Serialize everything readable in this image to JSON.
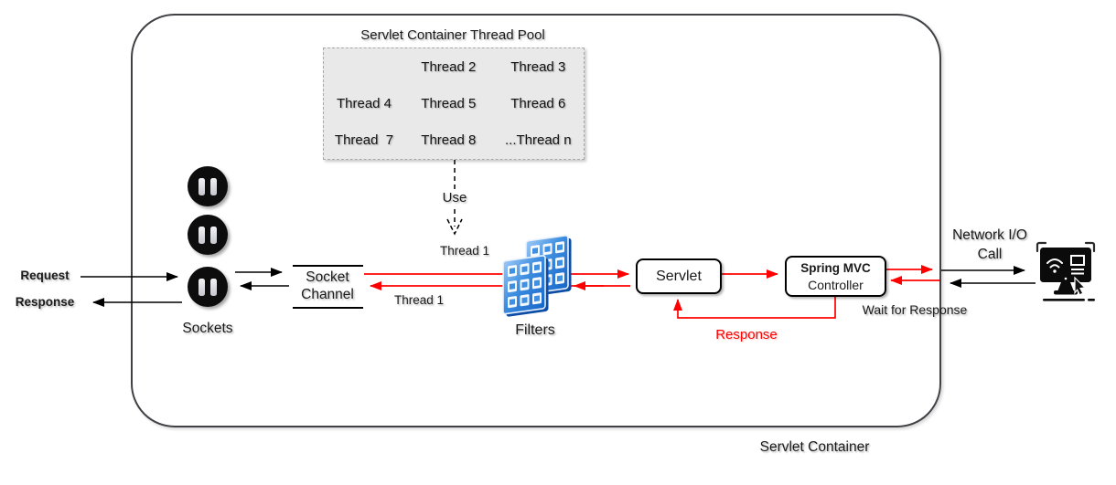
{
  "diagram_title": "Servlet Container",
  "colors": {
    "accent_red": "#ff0000",
    "arrow_black": "#000000",
    "container_border": "#3f4145",
    "pool_background": "#e9e9e9",
    "filter_blue": "#3d8de0"
  },
  "thread_pool": {
    "title": "Servlet Container Thread Pool",
    "threads": [
      "",
      "Thread 2",
      "Thread 3",
      "Thread 4",
      "Thread 5",
      "Thread 6",
      "Thread  7",
      "Thread 8",
      "...Thread n"
    ],
    "use_label": "Use"
  },
  "labels": {
    "request": "Request",
    "response": "Response",
    "sockets": "Sockets",
    "socket_channel_line1": "Socket",
    "socket_channel_line2": "Channel",
    "thread1_upper": "Thread 1",
    "thread1_lower": "Thread 1",
    "filters": "Filters",
    "servlet": "Servlet",
    "spring_mvc_line1": "Spring MVC",
    "spring_mvc_line2": "Controller",
    "response_red": "Response",
    "wait_for_response": "Wait for Response",
    "network_io_line1": "Network I/O",
    "network_io_line2": "Call",
    "servlet_container": "Servlet Container"
  },
  "icons": {
    "sockets": "power-socket-icon",
    "filters": "filter-grid-icon",
    "remote_computer": "network-computer-icon"
  }
}
